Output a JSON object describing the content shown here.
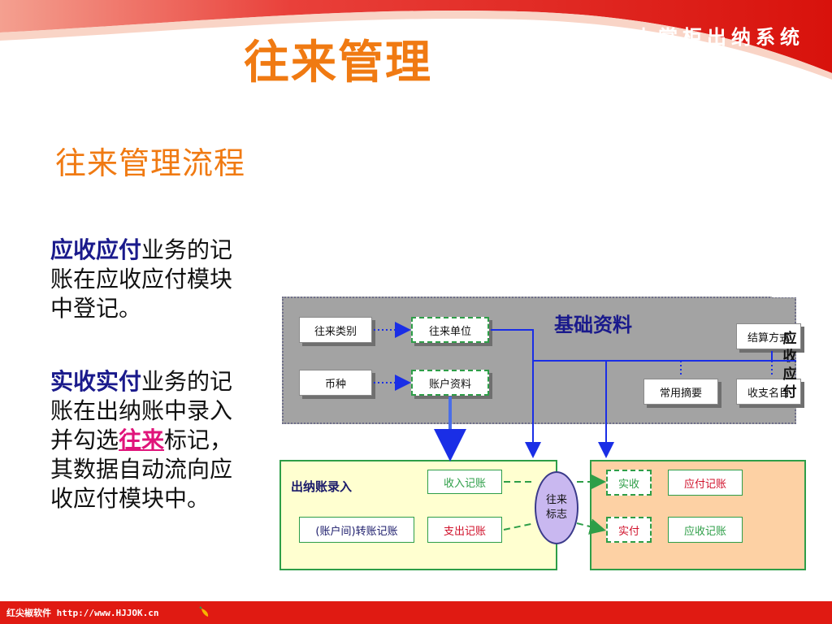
{
  "header": {
    "brand": "小掌柜出纳系统",
    "title": "往来管理",
    "subtitle": "往来管理流程"
  },
  "text": {
    "para1": {
      "lead": "应收应付",
      "rest": "业务的记账在应收应付模块中登记。"
    },
    "para2": {
      "lead": "实收实付",
      "mid": "业务的记账在出纳账中录入并勾选",
      "highlight": "往来",
      "rest": "标记，其数据自动流向应收应付模块中。"
    }
  },
  "diagram": {
    "base_title": "基础资料",
    "boxes": {
      "category": "往来类别",
      "unit": "往来单位",
      "currency": "币种",
      "account": "账户资料",
      "settle": "结算方式",
      "summary": "常用摘要",
      "income_expense": "收支名目"
    },
    "cashier": {
      "label": "出纳账录入",
      "income": "收入记账",
      "transfer": "(账户间)转账记账",
      "expense": "支出记账"
    },
    "tag": "往来标志",
    "ar": {
      "label": "应收应付",
      "actual_receive": "实收",
      "payable": "应付记账",
      "actual_pay": "实付",
      "receivable": "应收记账"
    }
  },
  "footer": {
    "text": "红尖椒软件  http://www.HJJOK.cn"
  },
  "colors": {
    "title_orange": "#f07a12",
    "header_red": "#e01a12",
    "emphasis_navy": "#1a1a8c",
    "highlight_pink": "#e0147a",
    "green_border": "#2e9e48",
    "arrow_blue": "#1a2ee6"
  }
}
